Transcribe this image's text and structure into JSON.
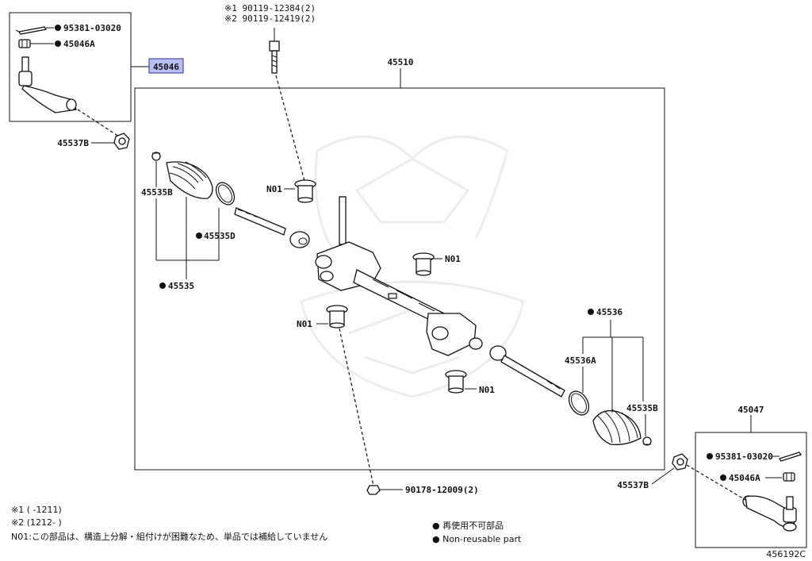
{
  "labels": {
    "tie_rod_end_lh_box": "45046",
    "rack_assy": "45510",
    "tie_rod_end_rh_box": "45047",
    "cotter_pin_lh": "95381-03020",
    "nut_lh": "45046A",
    "cotter_pin_rh": "95381-03020",
    "nut_rh": "45046A",
    "nut_45537b_lh": "45537B",
    "nut_45537b_rh": "45537B",
    "clip_lh": "45535B",
    "clip_rh": "45535B",
    "boot_set_lh": "45535",
    "clamp_lh": "45535D",
    "boot_set_rh": "45536",
    "clamp_rh": "45536A",
    "bolt_line1": "※1 90119-12384(2)",
    "bolt_line2": "※2 90119-12419(2)",
    "bushing_a": "N01",
    "bushing_b": "N01",
    "bushing_c": "N01",
    "bushing_d": "N01",
    "nut_bottom": "90178-12009(2)",
    "diagram_id": "456192C"
  },
  "notes": {
    "range1": "※1 (    -1211)",
    "range2": "※2 (1212-    )",
    "n01": "N01:この部品は、構造上分解・組付けが困難なため、単品では補給していません",
    "legend_jp": "● 再使用不可部品",
    "legend_en": "● Non-reusable part"
  },
  "colors": {
    "highlight": "#b9bff0",
    "line": "#111111",
    "watermark": "#e6e6e6"
  }
}
